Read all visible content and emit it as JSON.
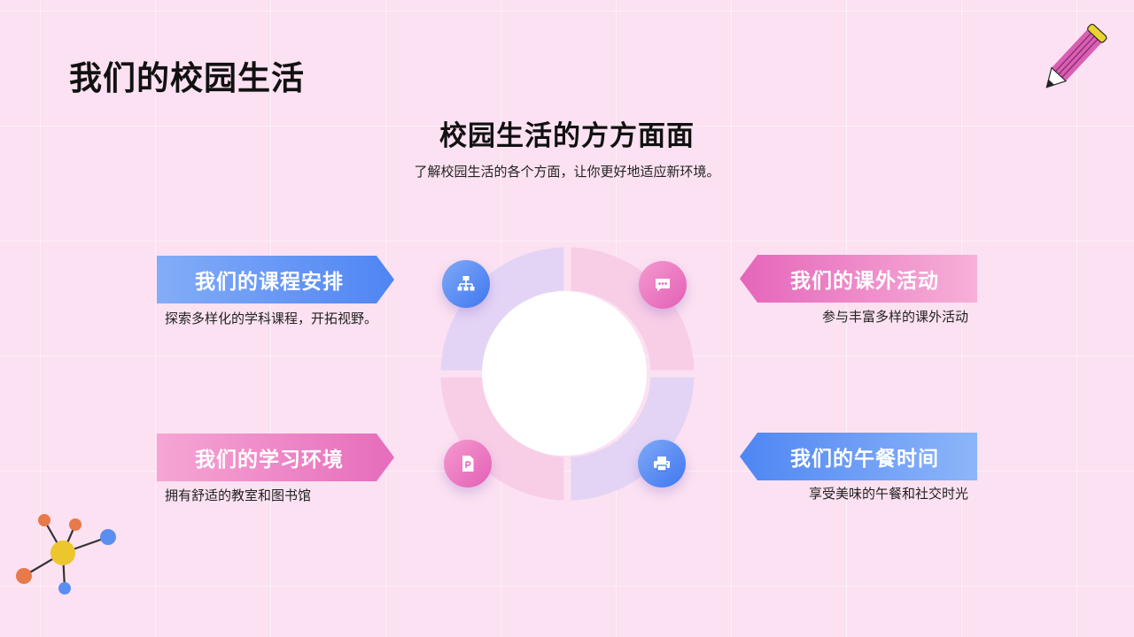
{
  "page": {
    "title": "我们的校园生活",
    "heading": "校园生活的方方面面",
    "subtitle": "了解校园生活的各个方面，让你更好地适应新环境。"
  },
  "items": [
    {
      "title": "我们的课程安排",
      "desc": "探索多样化的学科课程，开拓视野。",
      "icon": "sitemap-icon",
      "color": "#4f85f3"
    },
    {
      "title": "我们的课外活动",
      "desc": "参与丰富多样的课外活动",
      "icon": "chat-icon",
      "color": "#e66cbb"
    },
    {
      "title": "我们的学习环境",
      "desc": "拥有舒适的教室和图书馆",
      "icon": "document-icon",
      "color": "#e66cbb"
    },
    {
      "title": "我们的午餐时间",
      "desc": "享受美味的午餐和社交时光",
      "icon": "printer-icon",
      "color": "#4f85f3"
    }
  ],
  "colors": {
    "background": "#fbe1f1",
    "blue_accent": "#4f85f3",
    "pink_accent": "#e66cbb",
    "ring_lavender": "#e3d4f5",
    "ring_pink": "#f8cee6"
  }
}
